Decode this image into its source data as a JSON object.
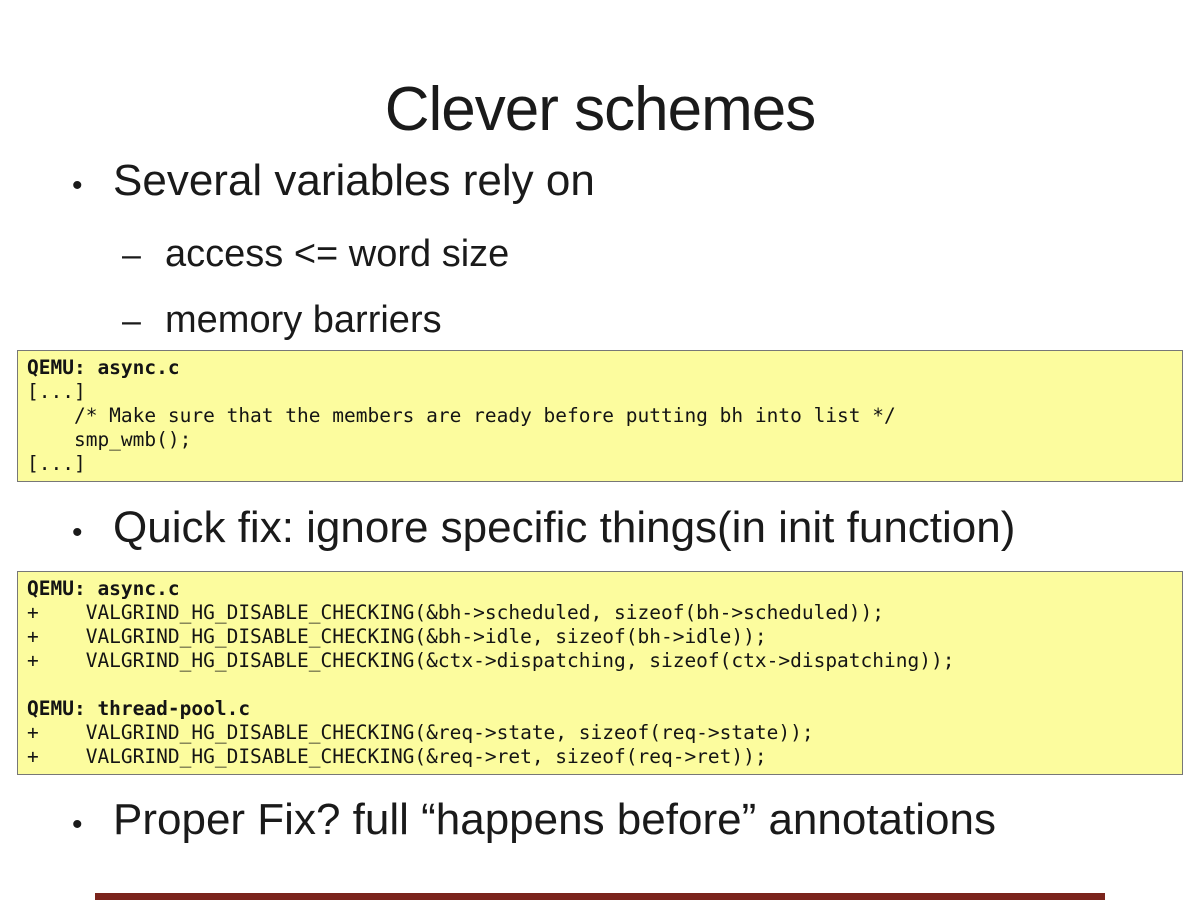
{
  "slide": {
    "title": "Clever schemes",
    "markers": {
      "level1": "•",
      "level2": "–"
    },
    "bullets": [
      {
        "level": 1,
        "text": "Several variables rely on"
      },
      {
        "level": 2,
        "text": "access <= word size"
      },
      {
        "level": 2,
        "text": "memory barriers"
      },
      {
        "level": 1,
        "text": "Quick fix: ignore specific things(in init function)"
      },
      {
        "level": 1,
        "text": "Proper Fix? full “happens before” annotations"
      }
    ],
    "code_blocks": [
      {
        "name": "memory-barrier-snippet",
        "lines": [
          "QEMU: async.c",
          "[...]",
          "    /* Make sure that the members are ready before putting bh into list */",
          "    smp_wmb();",
          "[...]"
        ]
      },
      {
        "name": "valgrind-disable-checking-snippet",
        "lines": [
          "QEMU: async.c",
          "+    VALGRIND_HG_DISABLE_CHECKING(&bh->scheduled, sizeof(bh->scheduled));",
          "+    VALGRIND_HG_DISABLE_CHECKING(&bh->idle, sizeof(bh->idle));",
          "+    VALGRIND_HG_DISABLE_CHECKING(&ctx->dispatching, sizeof(ctx->dispatching));",
          "",
          "QEMU: thread-pool.c",
          "+    VALGRIND_HG_DISABLE_CHECKING(&req->state, sizeof(req->state));",
          "+    VALGRIND_HG_DISABLE_CHECKING(&req->ret, sizeof(req->ret));"
        ]
      }
    ],
    "colors": {
      "code_background": "#fcfc9e",
      "code_border": "#777777",
      "footer_bar": "#7b241c",
      "text": "#1a1a1a"
    }
  }
}
